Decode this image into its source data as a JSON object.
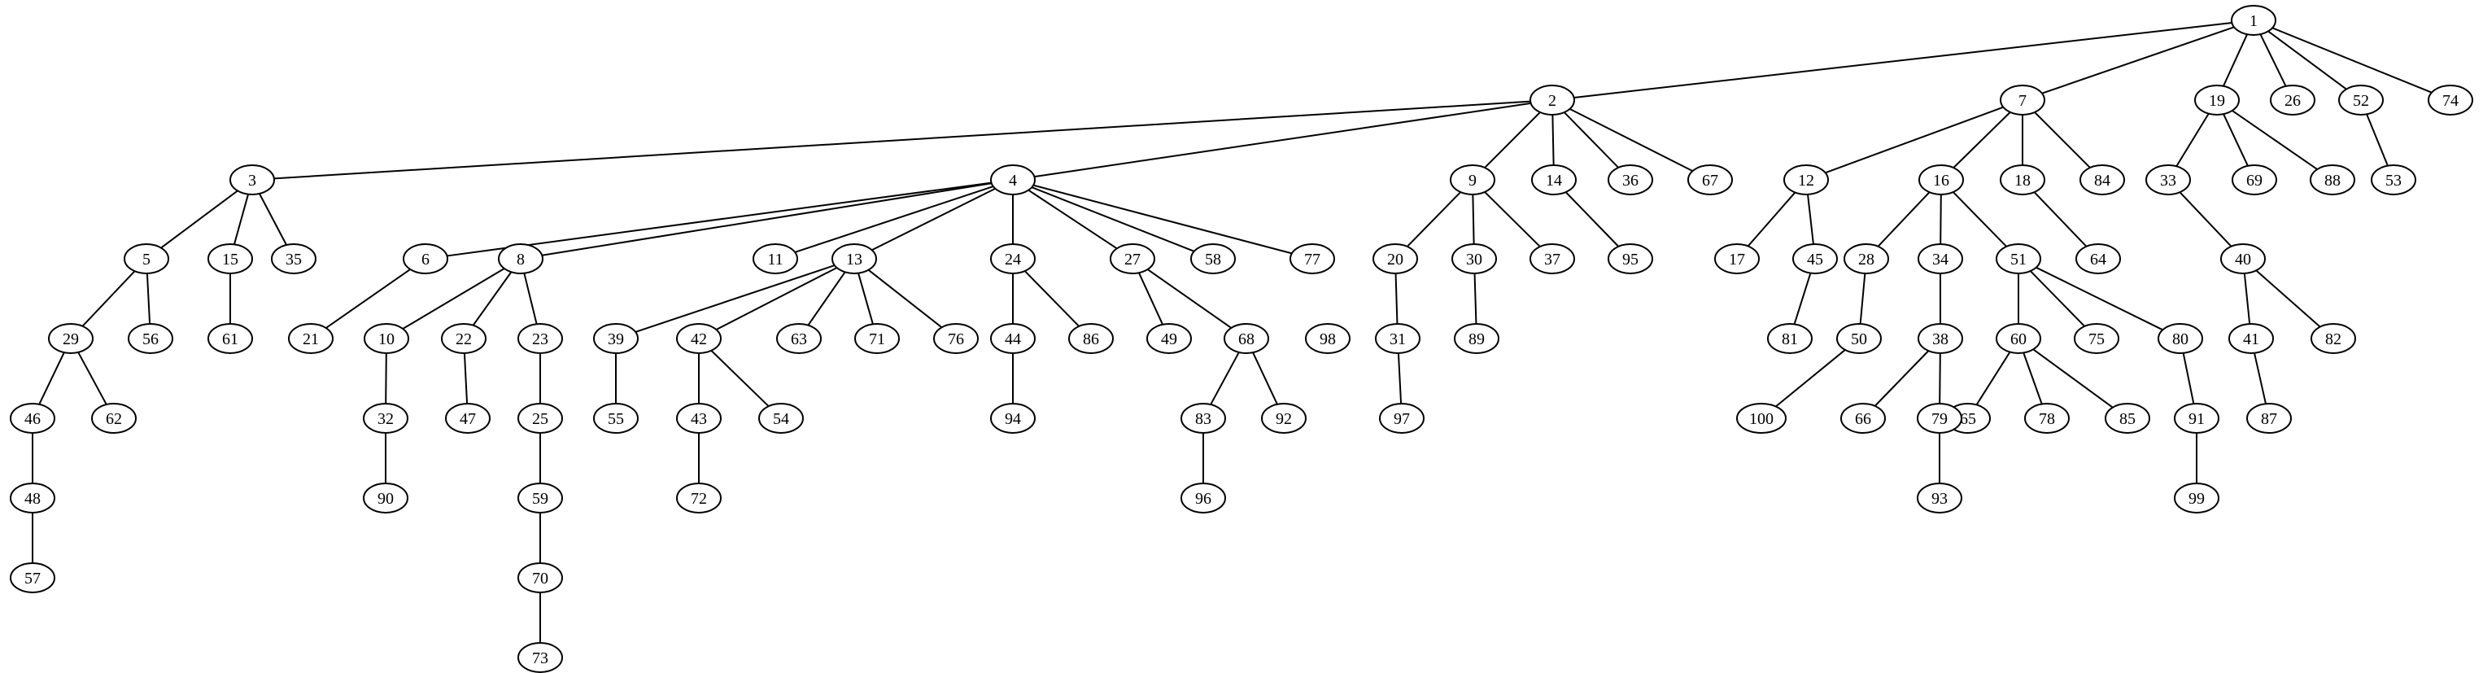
{
  "tree": {
    "nodes": [
      "1",
      "2",
      "3",
      "4",
      "5",
      "6",
      "7",
      "8",
      "9",
      "10",
      "11",
      "12",
      "13",
      "14",
      "15",
      "16",
      "17",
      "18",
      "19",
      "20",
      "21",
      "22",
      "23",
      "24",
      "25",
      "26",
      "27",
      "28",
      "29",
      "30",
      "31",
      "32",
      "33",
      "34",
      "35",
      "36",
      "37",
      "38",
      "39",
      "40",
      "41",
      "42",
      "43",
      "44",
      "45",
      "46",
      "47",
      "48",
      "49",
      "50",
      "51",
      "52",
      "53",
      "54",
      "55",
      "56",
      "57",
      "58",
      "59",
      "60",
      "61",
      "62",
      "63",
      "64",
      "65",
      "66",
      "67",
      "68",
      "69",
      "70",
      "71",
      "72",
      "73",
      "74",
      "75",
      "76",
      "77",
      "78",
      "79",
      "80",
      "81",
      "82",
      "83",
      "84",
      "85",
      "86",
      "87",
      "88",
      "89",
      "90",
      "91",
      "92",
      "93",
      "94",
      "95",
      "96",
      "97",
      "98",
      "99",
      "100"
    ],
    "edges": [
      [
        "1",
        "2"
      ],
      [
        "1",
        "7"
      ],
      [
        "1",
        "19"
      ],
      [
        "1",
        "26"
      ],
      [
        "1",
        "52"
      ],
      [
        "1",
        "74"
      ],
      [
        "2",
        "3"
      ],
      [
        "2",
        "4"
      ],
      [
        "2",
        "9"
      ],
      [
        "2",
        "14"
      ],
      [
        "2",
        "36"
      ],
      [
        "2",
        "67"
      ],
      [
        "3",
        "5"
      ],
      [
        "3",
        "15"
      ],
      [
        "3",
        "35"
      ],
      [
        "4",
        "6"
      ],
      [
        "4",
        "8"
      ],
      [
        "4",
        "11"
      ],
      [
        "4",
        "13"
      ],
      [
        "4",
        "24"
      ],
      [
        "4",
        "27"
      ],
      [
        "4",
        "58"
      ],
      [
        "4",
        "77"
      ],
      [
        "5",
        "29"
      ],
      [
        "5",
        "56"
      ],
      [
        "6",
        "21"
      ],
      [
        "7",
        "12"
      ],
      [
        "7",
        "16"
      ],
      [
        "7",
        "18"
      ],
      [
        "7",
        "84"
      ],
      [
        "8",
        "10"
      ],
      [
        "8",
        "22"
      ],
      [
        "8",
        "23"
      ],
      [
        "9",
        "20"
      ],
      [
        "9",
        "30"
      ],
      [
        "9",
        "37"
      ],
      [
        "10",
        "32"
      ],
      [
        "12",
        "17"
      ],
      [
        "12",
        "45"
      ],
      [
        "13",
        "39"
      ],
      [
        "13",
        "42"
      ],
      [
        "13",
        "63"
      ],
      [
        "13",
        "71"
      ],
      [
        "13",
        "76"
      ],
      [
        "14",
        "95"
      ],
      [
        "15",
        "61"
      ],
      [
        "16",
        "28"
      ],
      [
        "16",
        "34"
      ],
      [
        "16",
        "51"
      ],
      [
        "18",
        "64"
      ],
      [
        "19",
        "33"
      ],
      [
        "19",
        "69"
      ],
      [
        "19",
        "88"
      ],
      [
        "20",
        "31"
      ],
      [
        "22",
        "47"
      ],
      [
        "23",
        "25"
      ],
      [
        "24",
        "44"
      ],
      [
        "24",
        "86"
      ],
      [
        "25",
        "59"
      ],
      [
        "27",
        "49"
      ],
      [
        "27",
        "68"
      ],
      [
        "28",
        "50"
      ],
      [
        "29",
        "46"
      ],
      [
        "29",
        "62"
      ],
      [
        "30",
        "89"
      ],
      [
        "31",
        "97"
      ],
      [
        "32",
        "90"
      ],
      [
        "33",
        "40"
      ],
      [
        "34",
        "38"
      ],
      [
        "38",
        "66"
      ],
      [
        "38",
        "79"
      ],
      [
        "39",
        "55"
      ],
      [
        "40",
        "41"
      ],
      [
        "40",
        "82"
      ],
      [
        "41",
        "87"
      ],
      [
        "42",
        "43"
      ],
      [
        "42",
        "54"
      ],
      [
        "43",
        "72"
      ],
      [
        "44",
        "94"
      ],
      [
        "45",
        "81"
      ],
      [
        "46",
        "48"
      ],
      [
        "48",
        "57"
      ],
      [
        "50",
        "100"
      ],
      [
        "51",
        "60"
      ],
      [
        "51",
        "75"
      ],
      [
        "51",
        "80"
      ],
      [
        "52",
        "53"
      ],
      [
        "59",
        "70"
      ],
      [
        "60",
        "65"
      ],
      [
        "60",
        "78"
      ],
      [
        "60",
        "85"
      ],
      [
        "68",
        "83"
      ],
      [
        "68",
        "92"
      ],
      [
        "70",
        "73"
      ],
      [
        "79",
        "93"
      ],
      [
        "80",
        "91"
      ],
      [
        "83",
        "96"
      ],
      [
        "91",
        "99"
      ]
    ]
  }
}
